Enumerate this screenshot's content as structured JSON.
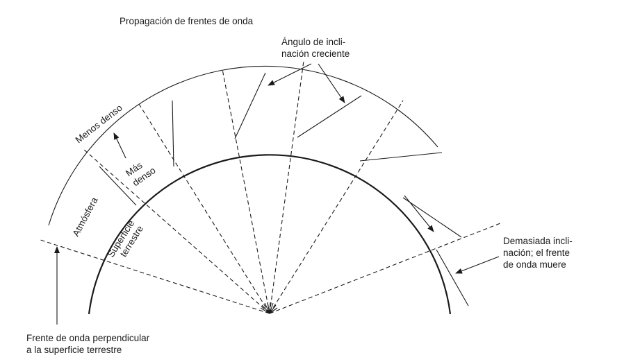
{
  "title": "Propagación de frentes de onda",
  "labels": {
    "increasing_angle": [
      "Ángulo de incli-",
      "nación creciente"
    ],
    "less_dense": "Menos denso",
    "more_dense": [
      "Más",
      "denso"
    ],
    "atmosphere": "Atmósfera",
    "earth_surface": [
      "Superficie",
      "terrestre"
    ],
    "too_much_tilt": [
      "Demasiada incli-",
      "nación; el frente",
      "de onda muere"
    ],
    "perpendicular_front": [
      "Frente de onda perpendicular",
      "a la superficie terrestre"
    ]
  }
}
